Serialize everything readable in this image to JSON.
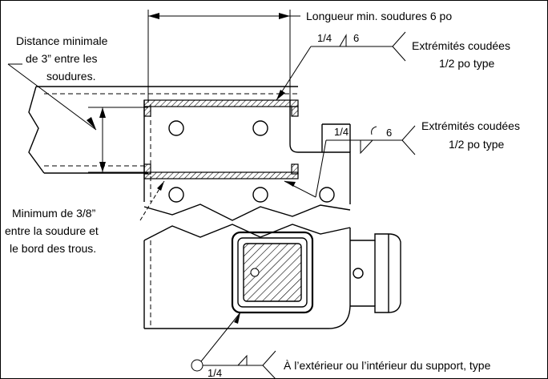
{
  "labels": {
    "min_length": "Longueur min. soudures 6 po",
    "min_distance_l1": "Distance minimale",
    "min_distance_l2": "de 3” entre les",
    "min_distance_l3": "soudures.",
    "weld_top_l1": "Extrémités coudées",
    "weld_top_l2": "1/2 po type",
    "weld_mid_l1": "Extrémités coudées",
    "weld_mid_l2": "1/2 po type",
    "min_38_l1": "Minimum de 3/8”",
    "min_38_l2": "entre la soudure et",
    "min_38_l3": "le bord des trous.",
    "bottom_note": "À l’extérieur ou l’intérieur du support, type"
  },
  "weld_symbols": {
    "top_size": "1/4",
    "top_length": "6",
    "mid_size": "1/4",
    "mid_length": "6",
    "bottom_size": "1/4"
  }
}
